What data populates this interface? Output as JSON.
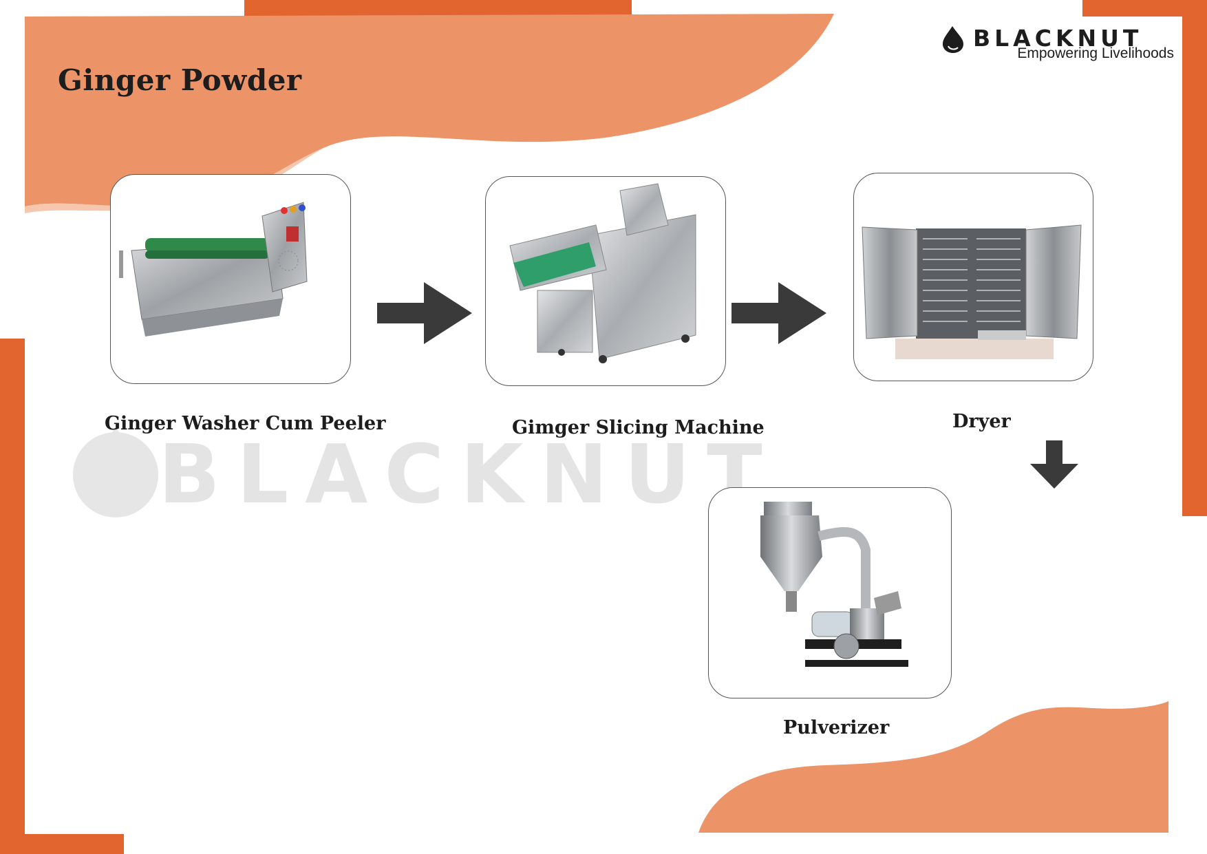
{
  "title": "Ginger Powder",
  "brand": {
    "name": "BLACKNUT",
    "tagline": "Empowering Livelihoods"
  },
  "watermark": "BLACKNUT",
  "colors": {
    "accent": "#E2642F",
    "accent_light": "#EC9467",
    "text": "#1D1D1D",
    "arrow": "#3A3A3A"
  },
  "steps": [
    {
      "label": "Ginger Washer Cum Peeler",
      "icon": "washer-peeler-machine-photo"
    },
    {
      "label": "Gimger Slicing Machine",
      "icon": "slicing-machine-photo"
    },
    {
      "label": "Dryer",
      "icon": "tray-dryer-photo"
    },
    {
      "label": "Pulverizer",
      "icon": "pulverizer-photo"
    }
  ]
}
